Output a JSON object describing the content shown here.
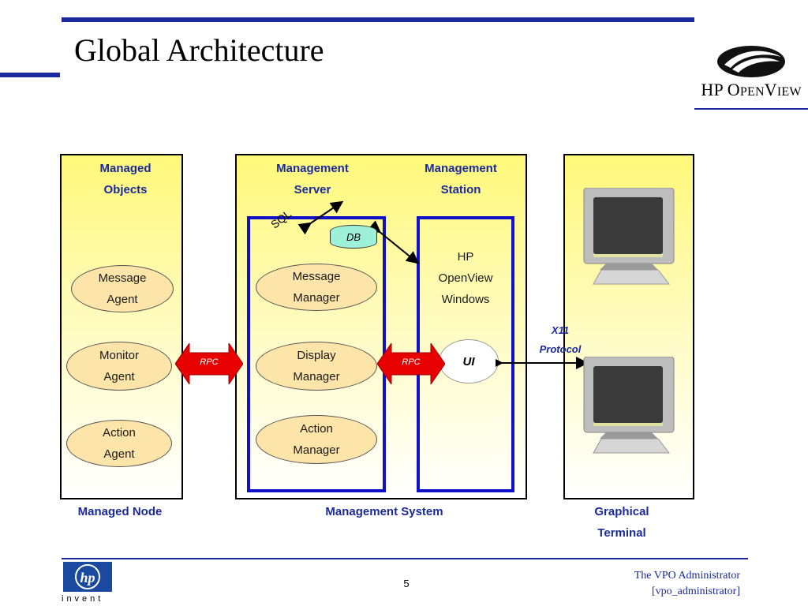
{
  "slide": {
    "title": "Global Architecture",
    "page_number": "5",
    "footer": {
      "line1": "The VPO Administrator",
      "line2": "[vpo_administrator]"
    },
    "logo": {
      "text_hp": "HP ",
      "text_o": "O",
      "text_pen": "PEN",
      "text_v": "V",
      "text_iew": "IEW",
      "hp_invent": "invent"
    }
  },
  "managed_node": {
    "heading_line1": "Managed",
    "heading_line2": "Objects",
    "caption": "Managed Node",
    "agents": [
      {
        "line1": "Message",
        "line2": "Agent"
      },
      {
        "line1": "Monitor",
        "line2": "Agent"
      },
      {
        "line1": "Action",
        "line2": "Agent"
      }
    ]
  },
  "management_system": {
    "caption": "Management System",
    "server": {
      "heading_line1": "Management",
      "heading_line2": "Server",
      "sql": "SQL",
      "db": "DB",
      "managers": [
        {
          "line1": "Message",
          "line2": "Manager"
        },
        {
          "line1": "Display",
          "line2": "Manager"
        },
        {
          "line1": "Action",
          "line2": "Manager"
        }
      ]
    },
    "station": {
      "heading_line1": "Management",
      "heading_line2": "Station",
      "app_line1": "HP",
      "app_line2": "OpenView",
      "app_line3": "Windows",
      "ui": "UI"
    }
  },
  "connectors": {
    "rpc_left": "RPC",
    "rpc_right": "RPC",
    "x11_line1": "X11",
    "x11_line2": "Protocol"
  },
  "graphical_terminal": {
    "caption_line1": "Graphical",
    "caption_line2": "Terminal"
  },
  "colors": {
    "accent_blue": "#1a2a9c",
    "box_blue": "#1010c8",
    "rpc_red": "#e80000",
    "agent_fill": "#fde4a8",
    "db_fill": "#9ef0d8"
  }
}
